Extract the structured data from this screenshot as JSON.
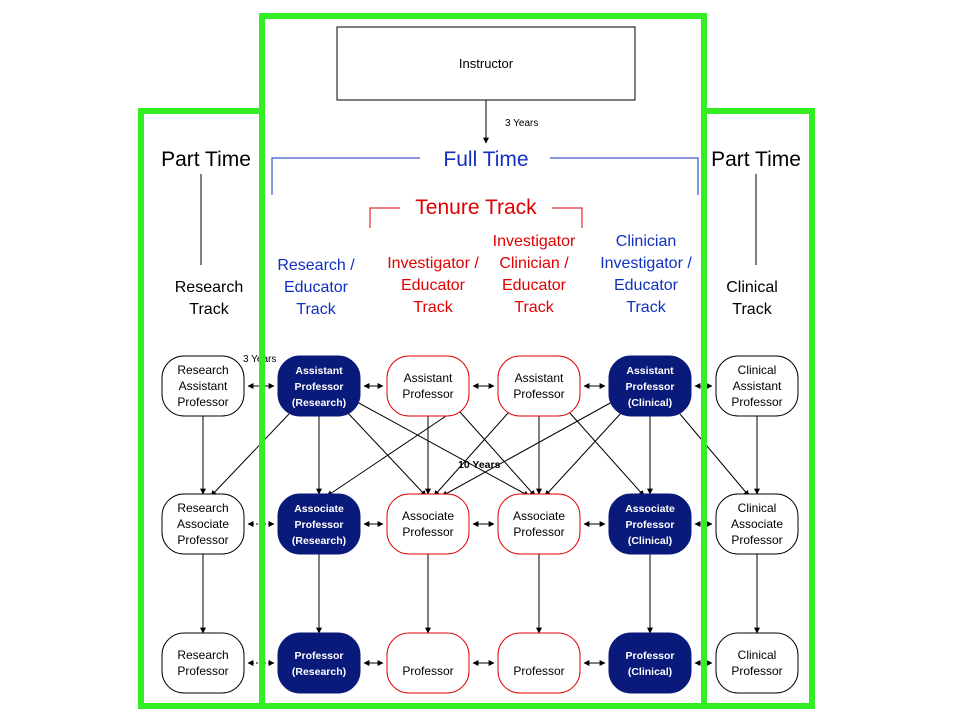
{
  "colors": {
    "navy": "#0a1a7a",
    "red": "#e00000",
    "blue_text": "#1030c0",
    "frame": "#33ee22",
    "black": "#000000"
  },
  "instructor": "Instructor",
  "years_3_top": "3 Years",
  "years_3_left": "3 Years",
  "years_10": "10 Years",
  "headers": {
    "part_time_left": "Part Time",
    "full_time": "Full Time",
    "part_time_right": "Part Time",
    "tenure_track": "Tenure Track"
  },
  "tracks": {
    "research": [
      "Research",
      "Track"
    ],
    "research_educator": [
      "Research /",
      "Educator",
      "Track"
    ],
    "investigator_educator": [
      "Investigator /",
      "Educator",
      "Track"
    ],
    "investigator_clinician": [
      "Investigator",
      "Clinician /",
      "Educator",
      "Track"
    ],
    "clinician_investigator": [
      "Clinician",
      "Investigator /",
      "Educator",
      "Track"
    ],
    "clinical": [
      "Clinical",
      "Track"
    ]
  },
  "nodes": {
    "r1c1": [
      "Research",
      "Assistant",
      "Professor"
    ],
    "r1c2": [
      "Assistant",
      "Professor",
      "(Research)"
    ],
    "r1c3": [
      "Assistant",
      "Professor"
    ],
    "r1c4": [
      "Assistant",
      "Professor"
    ],
    "r1c5": [
      "Assistant",
      "Professor",
      "(Clinical)"
    ],
    "r1c6": [
      "Clinical",
      "Assistant",
      "Professor"
    ],
    "r2c1": [
      "Research",
      "Associate",
      "Professor"
    ],
    "r2c2": [
      "Associate",
      "Professor",
      "(Research)"
    ],
    "r2c3": [
      "Associate",
      "Professor"
    ],
    "r2c4": [
      "Associate",
      "Professor"
    ],
    "r2c5": [
      "Associate",
      "Professor",
      "(Clinical)"
    ],
    "r2c6": [
      "Clinical",
      "Associate",
      "Professor"
    ],
    "r3c1": [
      "Research",
      "Professor"
    ],
    "r3c2": [
      "Professor",
      "(Research)"
    ],
    "r3c3": [
      "Professor"
    ],
    "r3c4": [
      "Professor"
    ],
    "r3c5": [
      "Professor",
      "(Clinical)"
    ],
    "r3c6": [
      "Clinical",
      "Professor"
    ]
  }
}
